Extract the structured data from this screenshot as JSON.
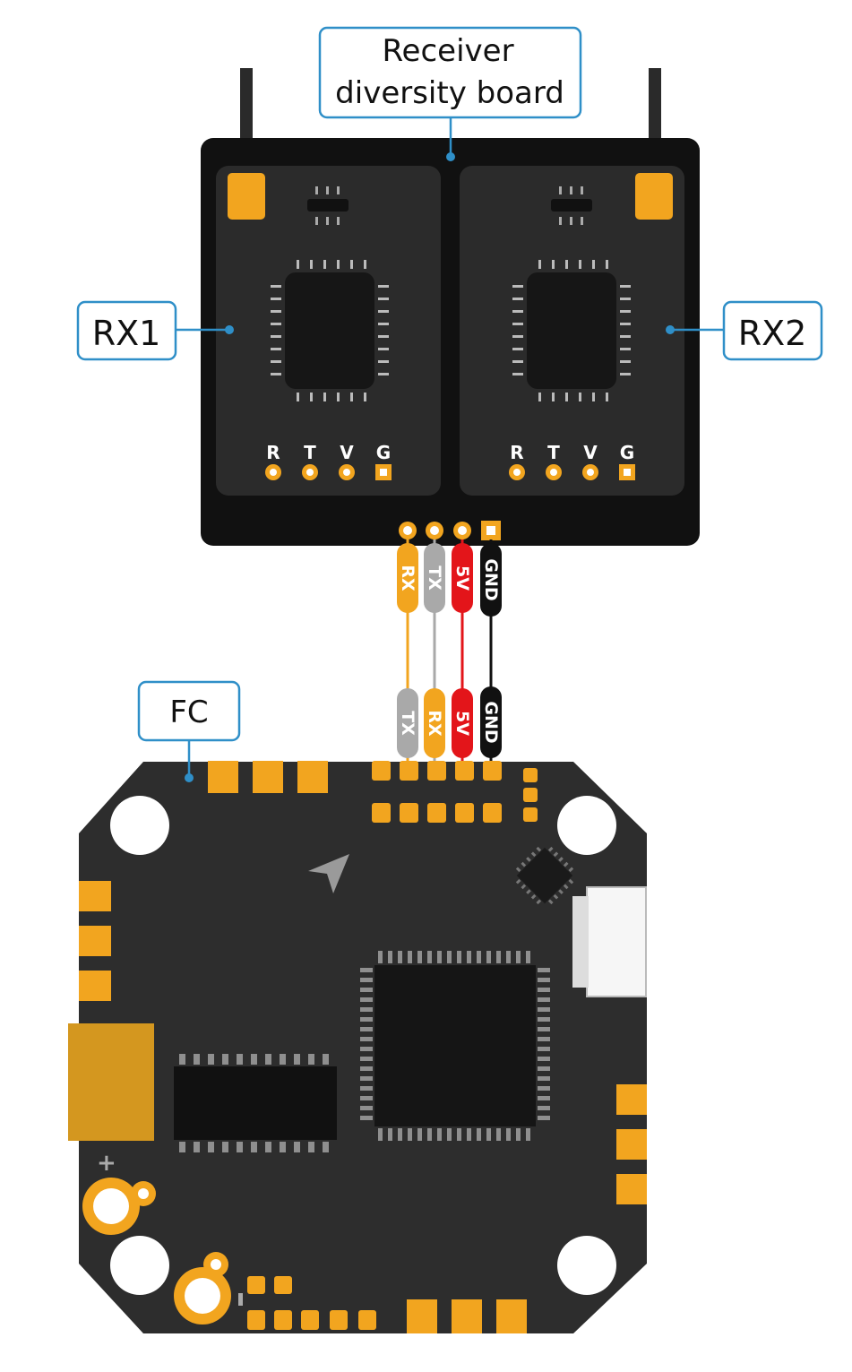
{
  "callouts": {
    "receiver_line1": "Receiver",
    "receiver_line2": "diversity board",
    "rx1": "RX1",
    "rx2": "RX2",
    "fc": "FC"
  },
  "receiver_pins": [
    "R",
    "T",
    "V",
    "G"
  ],
  "wires_top": [
    {
      "label": "RX",
      "color": "#f2a51f",
      "text_color": "#ffffff"
    },
    {
      "label": "TX",
      "color": "#a9a9a9",
      "text_color": "#ffffff"
    },
    {
      "label": "5V",
      "color": "#e3151a",
      "text_color": "#ffffff"
    },
    {
      "label": "GND",
      "color": "#111111",
      "text_color": "#ffffff"
    }
  ],
  "wires_bottom": [
    {
      "label": "TX",
      "color": "#a9a9a9",
      "text_color": "#ffffff"
    },
    {
      "label": "RX",
      "color": "#f2a51f",
      "text_color": "#ffffff"
    },
    {
      "label": "5V",
      "color": "#e3151a",
      "text_color": "#ffffff"
    },
    {
      "label": "GND",
      "color": "#111111",
      "text_color": "#ffffff"
    }
  ],
  "fc_plus_symbol": "+",
  "colors": {
    "callout_border": "#2f8fc8",
    "board": "#111111",
    "panel": "#2b2b2b",
    "pad_gold": "#f2a51f",
    "fc_board": "#2d2d2d"
  }
}
